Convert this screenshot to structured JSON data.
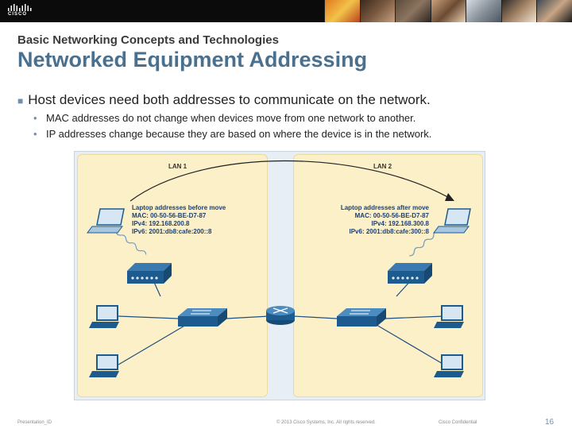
{
  "header": {
    "logo_text": "CISCO"
  },
  "slide": {
    "subtitle": "Basic Networking Concepts and Technologies",
    "title": "Networked Equipment Addressing",
    "main_bullet": "Host devices need both addresses to communicate on the network.",
    "sub_bullets": [
      "MAC addresses do not change when devices move from one network to another.",
      "IP addresses change because they are based on where the device is in the network."
    ]
  },
  "diagram": {
    "lan1_label": "LAN 1",
    "lan2_label": "LAN 2",
    "before": {
      "heading": "Laptop addresses before move",
      "mac": "MAC: 00-50-56-BE-D7-87",
      "ipv4": "IPv4: 192.168.200.8",
      "ipv6": "IPv6: 2001:db8:cafe:200::8"
    },
    "after": {
      "heading": "Laptop addresses after move",
      "mac": "MAC: 00-50-56-BE-D7-87",
      "ipv4": "IPv4: 192.168.300.8",
      "ipv6": "IPv6: 2001:db8:cafe:300::8"
    }
  },
  "footer": {
    "presentation_id": "Presentation_ID",
    "copyright": "© 2013 Cisco Systems, Inc. All rights reserved.",
    "confidential": "Cisco Confidential",
    "page_number": "16"
  },
  "colors": {
    "title": "#49708f",
    "lan_background": "#fbf0c8",
    "device_blue": "#1d5b8f"
  }
}
